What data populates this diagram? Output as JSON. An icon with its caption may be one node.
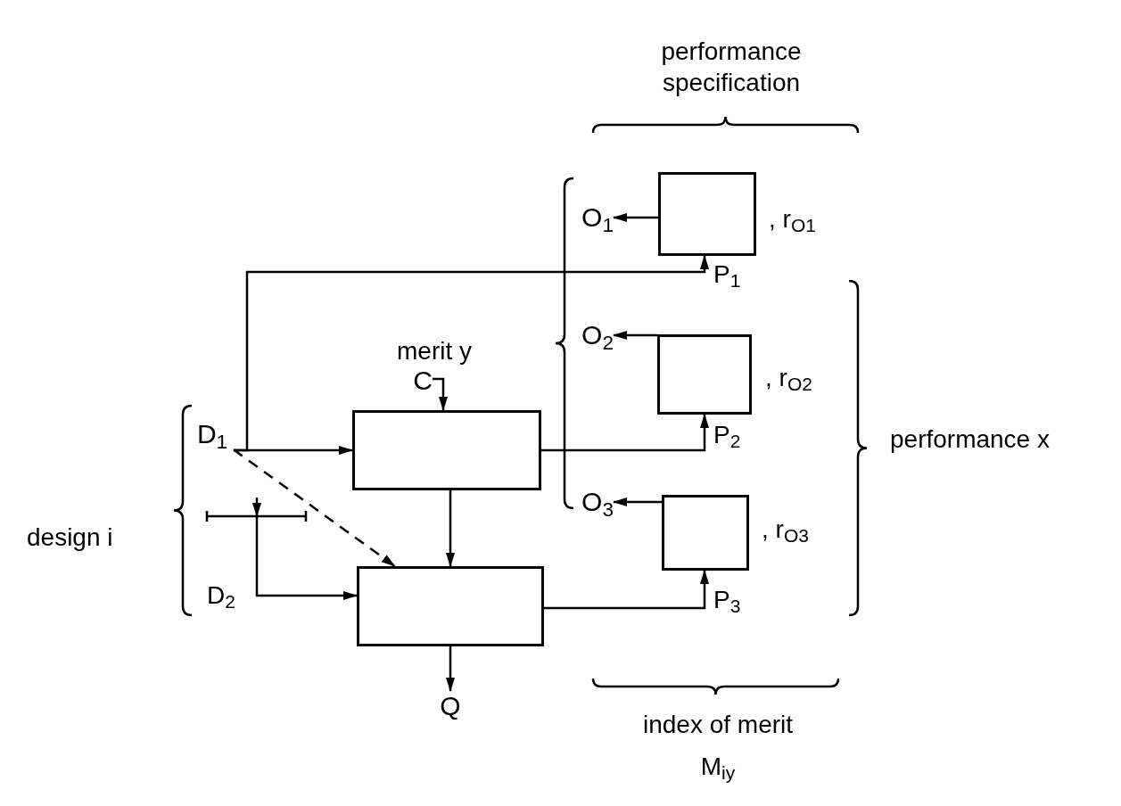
{
  "diagram": {
    "nodes": [
      {
        "text": [],
        "shape": "box"
      },
      {
        "text": [],
        "shape": "box"
      },
      {
        "text": [],
        "shape": "box",
        "beside": [
          ", r$_{O1}$"
        ]
      },
      {
        "text": [],
        "shape": "box",
        "beside": [
          ", r$_{O2}$"
        ]
      },
      {
        "text": [],
        "shape": "box",
        "beside": [
          ", r$_{O3}$"
        ]
      },
      {
        "text": [
          "D$_{1}$"
        ]
      },
      {
        "text": [
          "C"
        ]
      },
      {
        "text": [
          "Q"
        ]
      },
      {
        "text": [
          "O$_{1}$"
        ]
      },
      {
        "text": [
          "O$_{2}$"
        ]
      },
      {
        "text": [
          "O$_{3}$"
        ]
      }
    ],
    "edges": [
      {
        "from": 5,
        "to": 0,
        "arrow": "to"
      },
      {
        "from": 5,
        "to": 2,
        "arrow": "to"
      },
      {
        "from": 5,
        "to": 1,
        "arrow": "to",
        "style": "dashed"
      },
      {
        "from": null,
        "to": 1,
        "arrow": "to"
      },
      {
        "from": 6,
        "to": 0,
        "arrow": "to"
      },
      {
        "from": 0,
        "to": 1,
        "arrow": "to"
      },
      {
        "from": 0,
        "to": 3,
        "arrow": "to"
      },
      {
        "from": 1,
        "to": 4,
        "arrow": "to"
      },
      {
        "from": 2,
        "to": 8,
        "arrow": "to"
      },
      {
        "from": 3,
        "to": 9,
        "arrow": "to"
      },
      {
        "from": 4,
        "to": 10,
        "arrow": "to"
      },
      {
        "from": 1,
        "to": 7,
        "arrow": "to"
      }
    ],
    "labels": [
      "performance specification",
      "P$_{1}$",
      "merit y",
      "P$_{2}$",
      "performance x",
      "design i",
      "D$_{2}$",
      "P$_{3}$",
      "index of merit",
      "M$_{iy}$"
    ]
  }
}
